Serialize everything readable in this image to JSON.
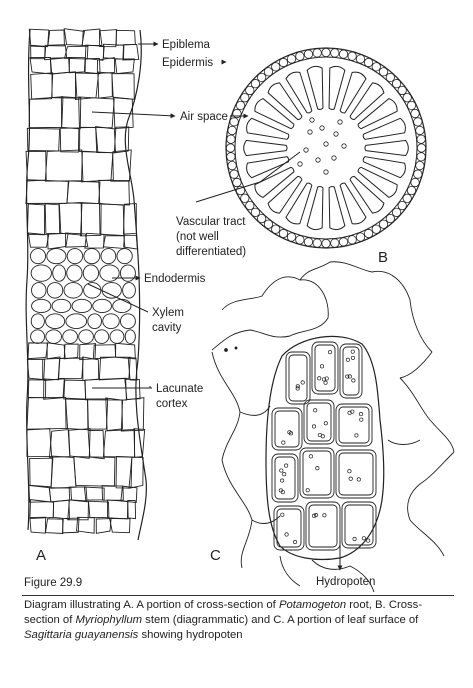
{
  "panels": {
    "A": {
      "letter": "A",
      "labels": {
        "epiblema": "Epiblema",
        "air_space": "Air space",
        "endodermis": "Endodermis",
        "xylem_1": "Xylem",
        "xylem_2": "cavity",
        "lacunate_1": "Lacunate",
        "lacunate_2": "cortex"
      }
    },
    "B": {
      "letter": "B",
      "labels": {
        "epidermis": "Epidermis",
        "vascular_1": "Vascular tract",
        "vascular_2": "(not well",
        "vascular_3": "differentiated)"
      }
    },
    "C": {
      "letter": "C",
      "labels": {
        "hydropoten": "Hydropoten"
      }
    }
  },
  "figure_label": "Figure 29.9",
  "caption": {
    "p1": "Diagram illustrating A. A portion of cross-section of ",
    "i1": "Potamogeton",
    "p2": " root, B. Cross-section of ",
    "i2": "Myriophyllum",
    "p3": " stem (diagrammatic) and C. A portion of leaf surface of ",
    "i3": "Sagittaria guayanensis",
    "p4": " showing hydropoten"
  }
}
